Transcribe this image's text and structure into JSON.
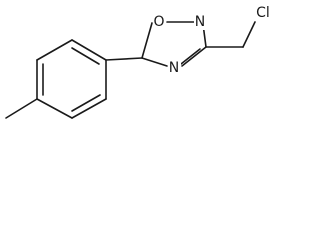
{
  "molecule": {
    "atoms": {
      "o1": "O",
      "n2": "N",
      "n4": "N",
      "cl": "Cl"
    }
  }
}
